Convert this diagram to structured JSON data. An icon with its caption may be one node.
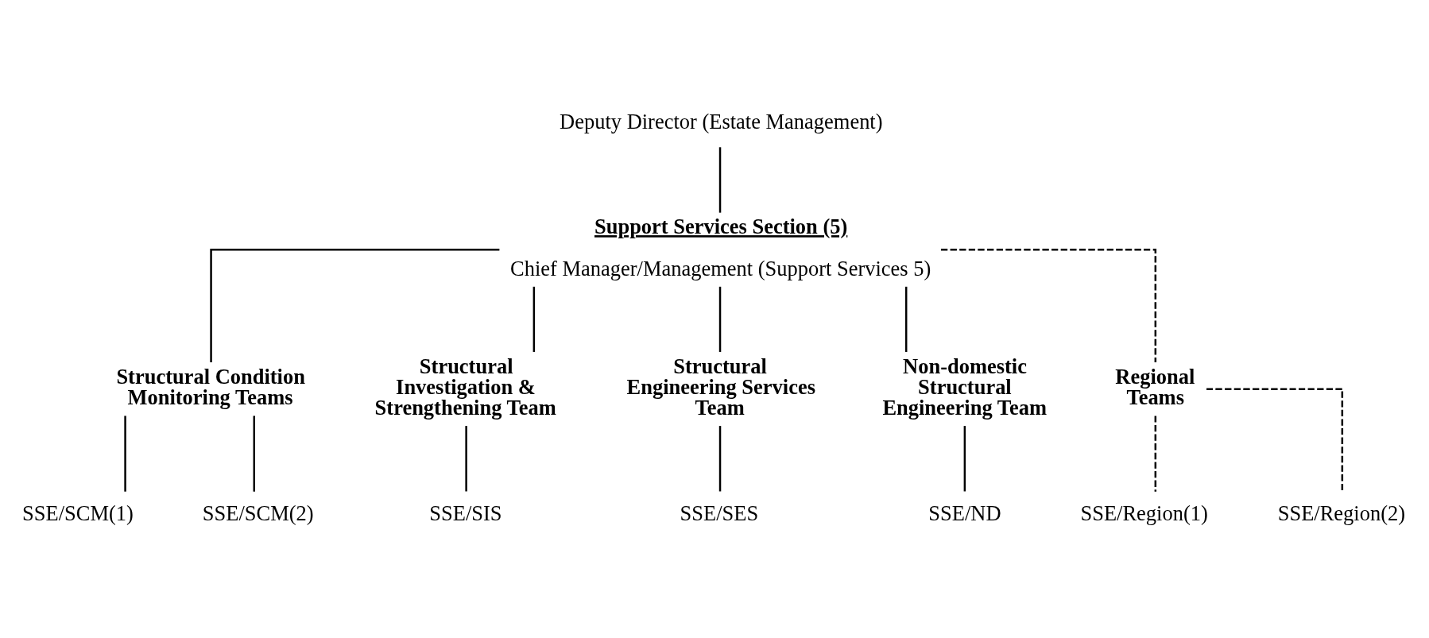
{
  "diagram": {
    "nodes": [
      {
        "text": [
          "Deputy Director (Estate Management)"
        ]
      },
      {
        "text": [
          "Support Services Section (5)",
          "Chief Manager/Management (Support Services 5)"
        ]
      },
      {
        "text": [
          "Structural Condition Monitoring Teams"
        ]
      },
      {
        "text": [
          "Structural Investigation & Strengthening Team"
        ]
      },
      {
        "text": [
          "Structural Engineering Services Team"
        ]
      },
      {
        "text": [
          "Non-domestic Structural Engineering Team"
        ]
      },
      {
        "text": [
          "Regional Teams"
        ]
      },
      {
        "text": [
          "SSE/SCM(1)"
        ]
      },
      {
        "text": [
          "SSE/SCM(2)"
        ]
      },
      {
        "text": [
          "SSE/SIS"
        ]
      },
      {
        "text": [
          "SSE/SES"
        ]
      },
      {
        "text": [
          "SSE/ND"
        ]
      },
      {
        "text": [
          "SSE/Region(1)"
        ]
      },
      {
        "text": [
          "SSE/Region(2)"
        ]
      }
    ],
    "edges": [
      {
        "from": 0,
        "to": 1,
        "arrow": "none"
      },
      {
        "from": 1,
        "to": 2,
        "arrow": "none"
      },
      {
        "from": 1,
        "to": 3,
        "arrow": "none"
      },
      {
        "from": 1,
        "to": 4,
        "arrow": "none"
      },
      {
        "from": 1,
        "to": 5,
        "arrow": "none"
      },
      {
        "from": 1,
        "to": 6,
        "arrow": "none",
        "style": "dashed"
      },
      {
        "from": 2,
        "to": 7,
        "arrow": "none"
      },
      {
        "from": 2,
        "to": 8,
        "arrow": "none"
      },
      {
        "from": 3,
        "to": 9,
        "arrow": "none"
      },
      {
        "from": 4,
        "to": 10,
        "arrow": "none"
      },
      {
        "from": 5,
        "to": 11,
        "arrow": "none"
      },
      {
        "from": 6,
        "to": 12,
        "arrow": "none",
        "style": "dashed"
      },
      {
        "from": 6,
        "to": 13,
        "arrow": "none",
        "style": "dashed"
      }
    ]
  }
}
